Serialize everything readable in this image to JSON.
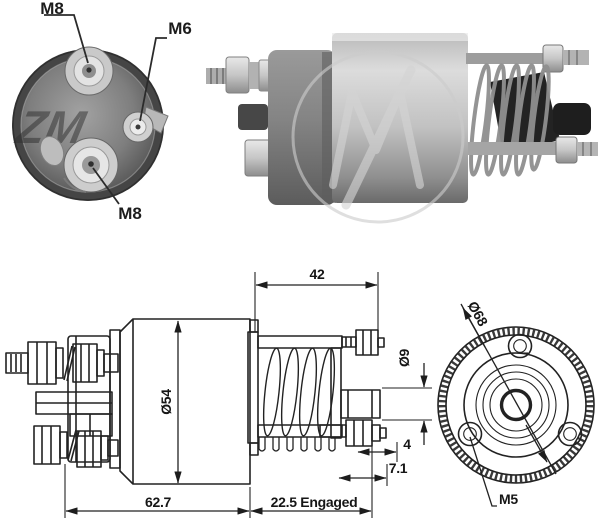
{
  "rear_photo": {
    "label_top": "M8",
    "label_side": "M6",
    "label_bottom": "M8",
    "watermark": "ZM"
  },
  "side_photo": {
    "watermark": "M"
  },
  "drawing": {
    "dim_top_width": "42",
    "dim_body_diameter": "Ø54",
    "dim_plunger_diameter": "Ø9",
    "dim_offset": "4",
    "dim_travel": "7.1",
    "dim_body_length": "62.7",
    "dim_engaged": "22.5 Engaged",
    "dim_flange_diameter": "Ø68",
    "dim_mount_thread": "M5"
  },
  "colors": {
    "line": "#222222",
    "label": "#1c1c1c",
    "photo_dark": "#3d3d3d",
    "photo_mid": "#8e8e8e",
    "photo_light": "#d8d8d8"
  }
}
